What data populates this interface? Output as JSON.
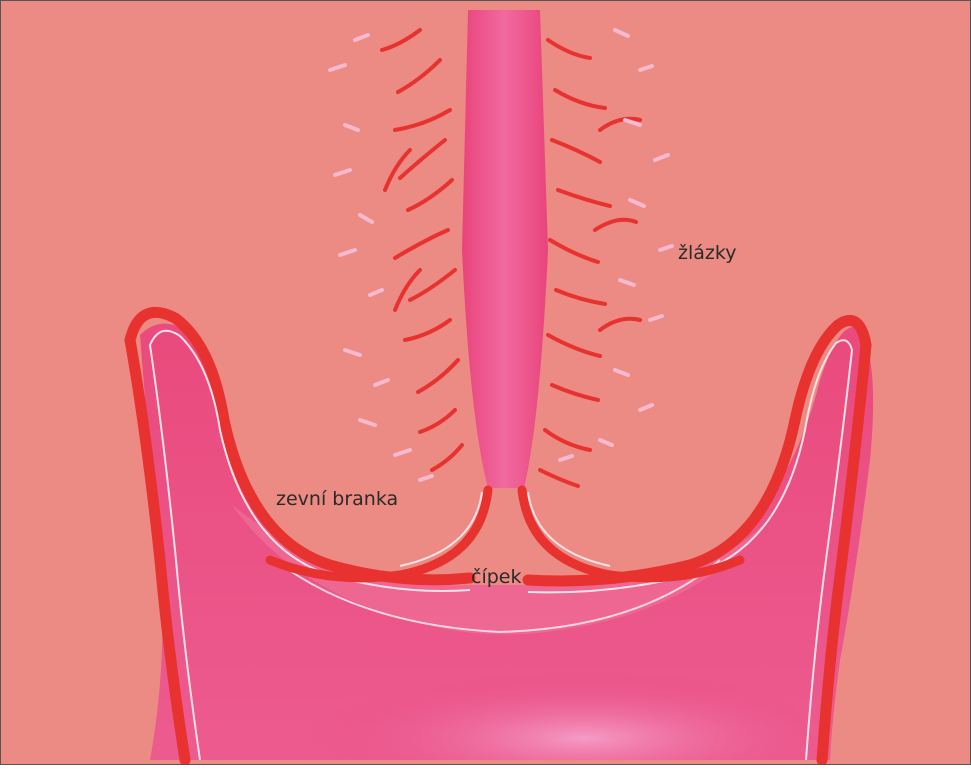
{
  "labels": {
    "glands": "žlázky",
    "external_os": "zevní branka",
    "cervix_tip": "čípek"
  },
  "colors": {
    "background": "#ec8e86",
    "tissue": "#e9447b",
    "tissue_light": "#f37eb0",
    "wall": "#e8322f",
    "highlight": "#fbe1e6"
  }
}
